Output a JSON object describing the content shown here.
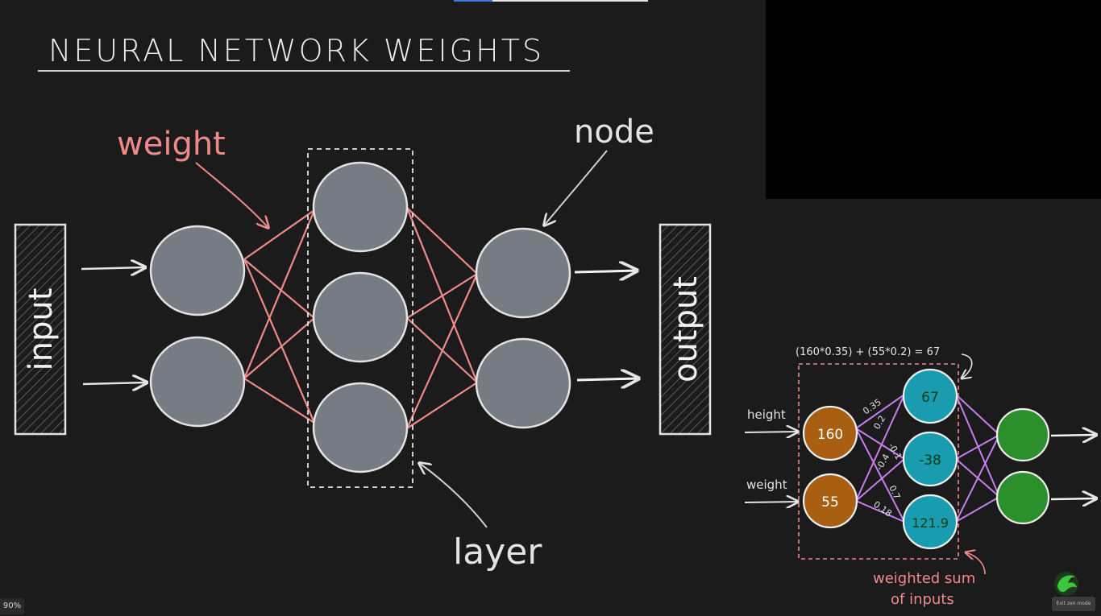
{
  "title": "NEURAL NETWORK WEIGHTS",
  "labels": {
    "input": "input",
    "output": "output",
    "weight": "weight",
    "node": "node",
    "layer": "layer"
  },
  "example": {
    "formula": "(160*0.35) + (55*0.2) = 67",
    "inputs": [
      {
        "name": "height",
        "value": "160"
      },
      {
        "name": "weight",
        "value": "55"
      }
    ],
    "hidden_values": [
      "67",
      "-38",
      "121.9"
    ],
    "edge_weights": [
      "0.35",
      "0.2",
      "-0.1",
      "-0.4",
      "0.7",
      "0.18"
    ],
    "caption_line1": "weighted sum",
    "caption_line2": "of inputs"
  },
  "ui": {
    "zoom": "90%",
    "exit_label": "Exit zen mode",
    "progress_fraction": 0.2
  },
  "colors": {
    "background": "#1b1b1b",
    "node_gray": "#777b84",
    "stroke_light": "#e3e3e3",
    "weight_pink": "#f08a8a",
    "orange_node": "#a85f12",
    "teal_node": "#1a9cb0",
    "green_node": "#2b8f2b",
    "purple_edge": "#c77ef0",
    "dash_pink": "#ef8a8a"
  },
  "icons": {
    "logo": "green-dragon-logo-icon"
  }
}
